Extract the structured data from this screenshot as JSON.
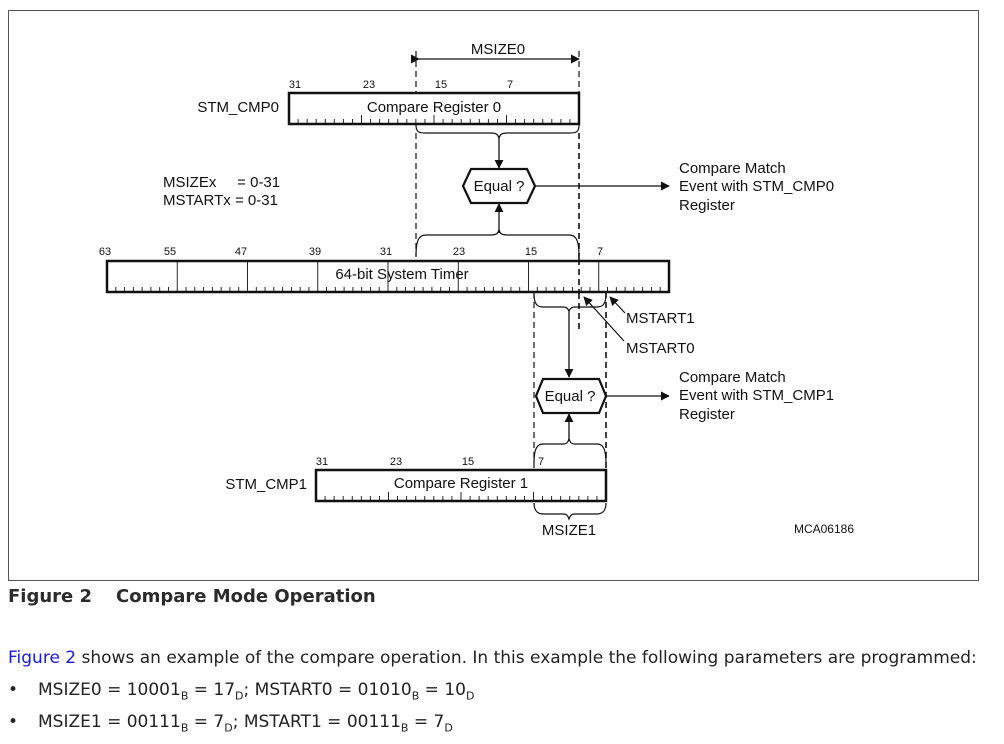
{
  "diagram": {
    "stm_cmp0": "STM_CMP0",
    "stm_cmp1": "STM_CMP1",
    "compare_register_0": "Compare Register 0",
    "compare_register_1": "Compare Register 1",
    "system_timer": "64-bit System Timer",
    "msize0": "MSIZE0",
    "msize1": "MSIZE1",
    "mstart0": "MSTART0",
    "mstart1": "MSTART1",
    "equal": "Equal ?",
    "param_line_1": "MSIZEx     = 0-31",
    "param_line_2": "MSTARTx = 0-31",
    "event0_lines": [
      "Compare Match",
      "Event with STM_CMP0",
      "Register"
    ],
    "event1_lines": [
      "Compare Match",
      "Event with STM_CMP1",
      "Register"
    ],
    "cmp0_bits": [
      "31",
      "23",
      "15",
      "7"
    ],
    "cmp1_bits": [
      "31",
      "23",
      "15",
      "7"
    ],
    "timer_bits": [
      "63",
      "55",
      "47",
      "39",
      "31",
      "23",
      "15",
      "7"
    ],
    "figure_code": "MCA06186"
  },
  "caption": {
    "number": "Figure 2",
    "title": "Compare Mode Operation"
  },
  "paragraph": {
    "link": "Figure 2",
    "text": " shows an example of the compare operation. In this example the following parameters are programmed:"
  },
  "bullets": {
    "marker": "•",
    "b1": {
      "p1": "MSIZE0 = 10001",
      "s1": "B",
      "p2": " = 17",
      "s2": "D",
      "p3": "; MSTART0 = 01010",
      "s3": "B",
      "p4": " = 10",
      "s4": "D"
    },
    "b2": {
      "p1": "MSIZE1 = 00111",
      "s1": "B",
      "p2": " = 7",
      "s2": "D",
      "p3": "; MSTART1 = 00111",
      "s3": "B",
      "p4": " = 7",
      "s4": "D"
    }
  }
}
